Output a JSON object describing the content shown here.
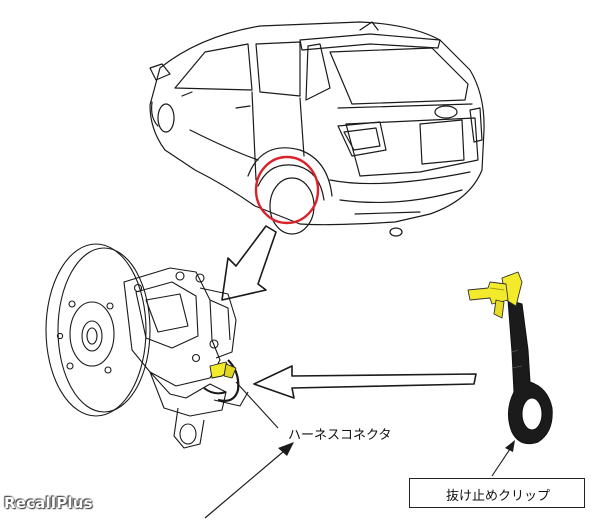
{
  "labels": {
    "harness_connector": "ハーネスコネクタ",
    "retaining_clip": "抜け止めクリップ"
  },
  "watermark": "RecallPlus",
  "icons": [
    "car-outline",
    "brake-disc",
    "retaining-clip",
    "arrow"
  ],
  "colors": {
    "highlight_circle": "#d8232a",
    "clip_yellow": "#f2ea2a",
    "line": "#1a1a1a"
  }
}
